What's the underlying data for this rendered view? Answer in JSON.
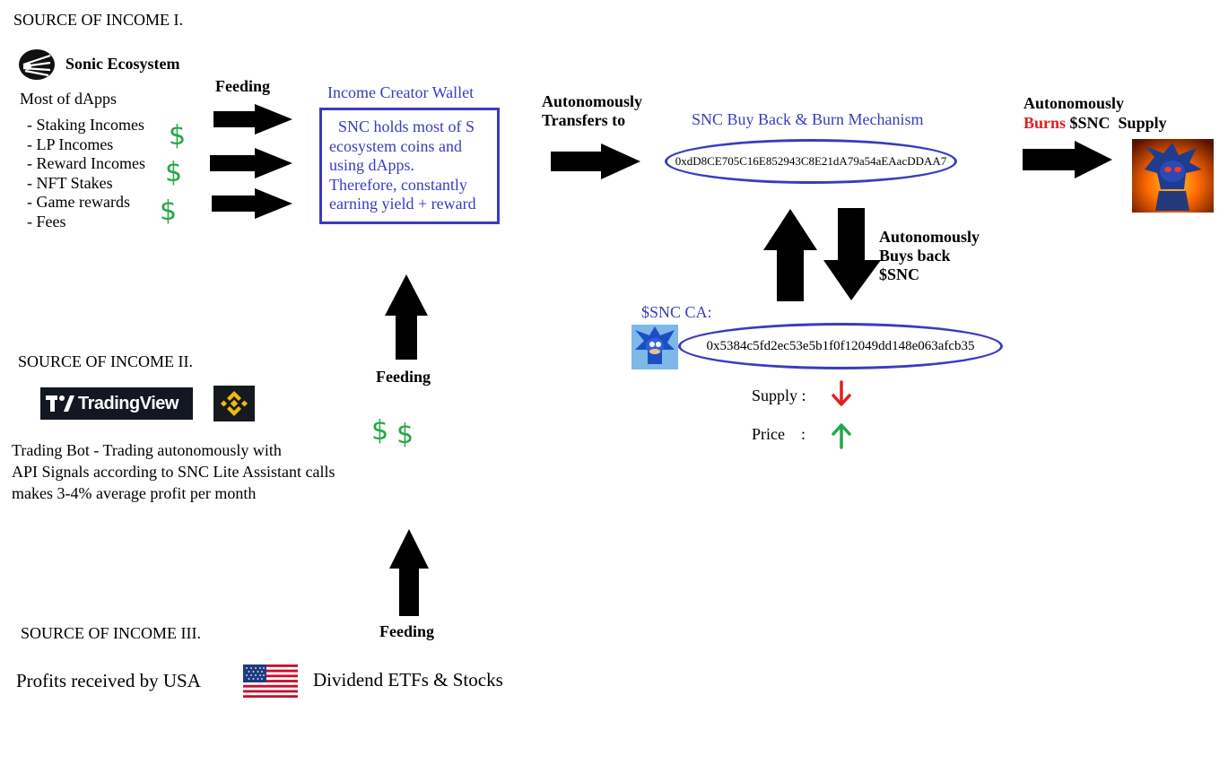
{
  "sections": {
    "income1": {
      "title": "SOURCE OF INCOME I.",
      "brand": "Sonic Ecosystem",
      "dapps_heading": "Most of dApps",
      "dapps": [
        "- Staking Incomes",
        "- LP Incomes",
        "- Reward Incomes",
        "- NFT Stakes",
        "- Game rewards",
        "- Fees"
      ],
      "feeding_label": "Feeding"
    },
    "income2": {
      "title": "SOURCE OF INCOME II.",
      "tradingview_label": "TradingView",
      "description_lines": [
        "Trading Bot - Trading autonomously with",
        "API Signals according to SNC Lite Assistant calls",
        "makes 3-4% average profit per month"
      ],
      "feeding_label": "Feeding"
    },
    "income3": {
      "title": "SOURCE OF INCOME III.",
      "profits_text": "Profits received by USA",
      "etfs_text": "Dividend ETFs & Stocks",
      "feeding_label": "Feeding"
    }
  },
  "wallet": {
    "title": "Income Creator Wallet",
    "description_lines": [
      "SNC holds most of S",
      "ecosystem coins and",
      "using dApps.",
      "Therefore, constantly",
      "earning yield + reward"
    ]
  },
  "transfer_label_lines": [
    "Autonomously",
    "Transfers to"
  ],
  "buyback": {
    "title": "SNC Buy Back & Burn Mechanism",
    "address": "0xdD8CE705C16E852943C8E21dA79a54aEAacDDAA7",
    "buys_back_lines": [
      "Autonomously",
      "Buys back",
      "$SNC"
    ]
  },
  "burn": {
    "line1": "Autonomously",
    "burns_word": "Burns",
    "ticker": "$SNC",
    "supply_word": "Supply"
  },
  "token": {
    "ca_label": "$SNC  CA:",
    "address": "0x5384c5fd2ec53e5b1f0f12049dd148e063afcb35",
    "supply_label": "Supply :",
    "price_label": "Price    :"
  },
  "colors": {
    "accent_blue": "#3b3bbf",
    "dollar_green": "#22a845",
    "burn_red": "#e02020",
    "arrow_black": "#000000"
  },
  "icons": {
    "sonic_logo": "sonic-logo-icon",
    "binance": "binance-icon",
    "usa_flag": "usa-flag-icon",
    "supply_down": "red-down-arrow-icon",
    "price_up": "green-up-arrow-icon"
  }
}
